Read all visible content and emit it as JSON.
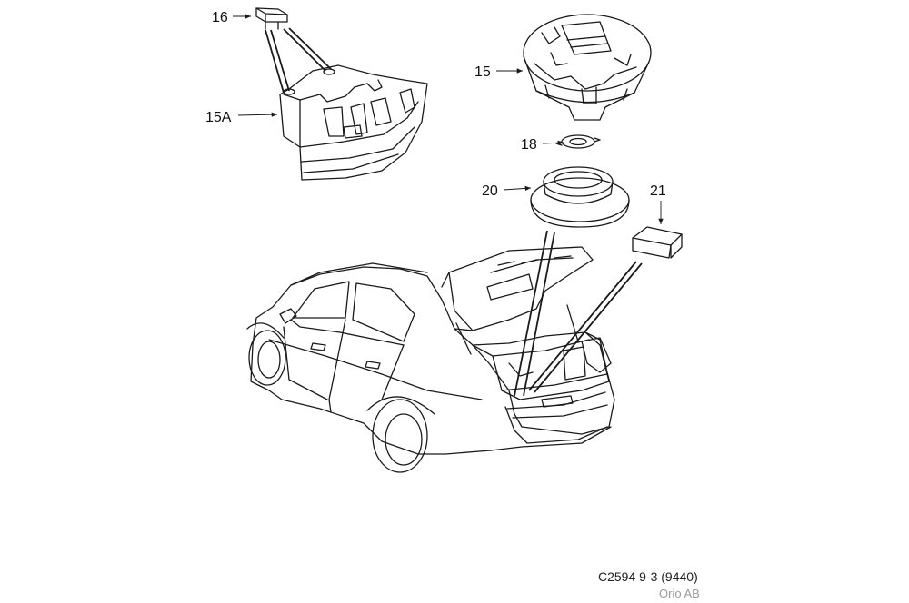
{
  "callouts": {
    "c16": "16",
    "c15a": "15A",
    "c15": "15",
    "c18": "18",
    "c20": "20",
    "c21": "21"
  },
  "footer": {
    "code": "C2594 9-3 (9440)",
    "brand": "Orio AB"
  }
}
